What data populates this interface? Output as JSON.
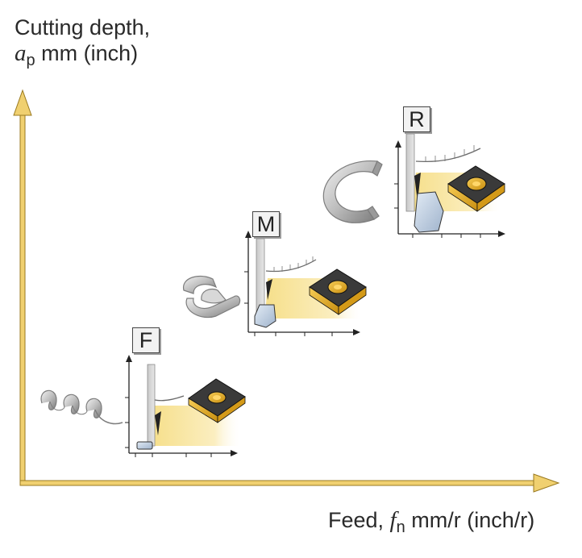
{
  "axes": {
    "y_label_line1": "Cutting depth,",
    "y_symbol": "a",
    "y_subscript": "p",
    "y_unit": " mm (inch)",
    "x_label_prefix": "Feed, ",
    "x_symbol": "f",
    "x_subscript": "n",
    "x_unit": " mm/r (inch/r)"
  },
  "zones": [
    {
      "id": "F",
      "letter": "F",
      "chip_shape": "coil-spiral"
    },
    {
      "id": "M",
      "letter": "M",
      "chip_shape": "short-curl"
    },
    {
      "id": "R",
      "letter": "R",
      "chip_shape": "wide-curl"
    }
  ],
  "colors": {
    "axis": "#f0d070",
    "axis_outline": "#9a7a20",
    "insert_gold": "#e8b020",
    "insert_face": "#3a3a3a",
    "chip_gray": "#b5b5b5",
    "chip_zone_blue": "#c8d6e8",
    "chip_zone_yellow": "#f6df8a"
  }
}
